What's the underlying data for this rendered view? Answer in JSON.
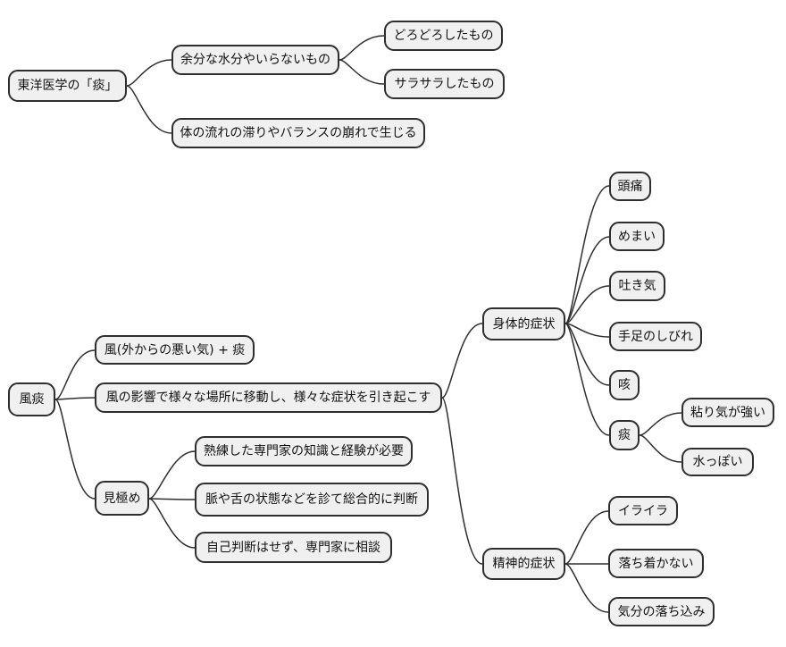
{
  "diagram": {
    "type": "mindmap",
    "background": "#ffffff",
    "node_fill": "#f0f0f0",
    "node_border": "#2e2e2e",
    "line_color": "#2e2e2e",
    "text_color": "#111111"
  },
  "tan_tree": {
    "root": "東洋医学の「痰」",
    "excess_fluid": {
      "label": "余分な水分やいらないもの",
      "thick": "どろどろしたもの",
      "thin": "サラサラしたもの"
    },
    "cause": "体の流れの滞りやバランスの崩れで生じる"
  },
  "futan_tree": {
    "root": "風痰",
    "definition": "風(外からの悪い気) + 痰",
    "movement": {
      "label": "風の影響で様々な場所に移動し、様々な症状を引き起こす",
      "physical": {
        "label": "身体的症状",
        "headache": "頭痛",
        "dizziness": "めまい",
        "nausea": "吐き気",
        "numbness": "手足のしびれ",
        "cough": "咳",
        "phlegm": {
          "label": "痰",
          "sticky": "粘り気が強い",
          "watery": "水っぽい"
        }
      },
      "mental": {
        "label": "精神的症状",
        "irritability": "イライラ",
        "restlessness": "落ち着かない",
        "low_mood": "気分の落ち込み"
      }
    },
    "discernment": {
      "label": "見極め",
      "expertise": "熟練した専門家の知識と経験が必要",
      "holistic": "脈や舌の状態などを診て総合的に判断",
      "consult": "自己判断はせず、専門家に相談"
    }
  }
}
